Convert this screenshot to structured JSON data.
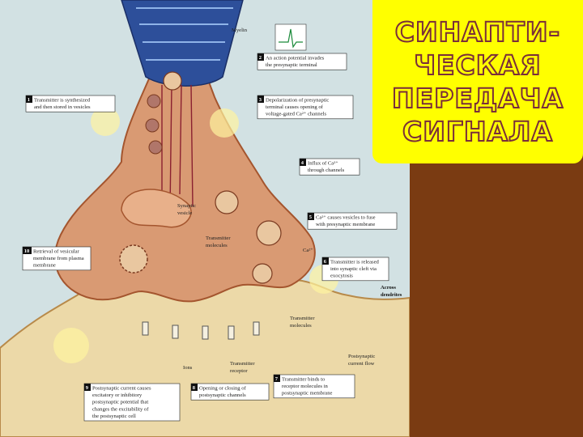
{
  "title": {
    "lines": [
      "СИНАПТИ-",
      "ЧЕСКАЯ",
      "ПЕРЕДАЧА",
      "СИГНАЛА"
    ],
    "text_color": "#ffff00",
    "outline_color": "#7a2e3a",
    "box_color": "#ffff00"
  },
  "sidebar": {
    "color": "#7a3b12"
  },
  "figure": {
    "background": "#d2e1e3",
    "terminal_color": "#d99a73",
    "postsynaptic_color": "#ecd9a8",
    "myelin_color": "#2d4f9a",
    "labels": {
      "myelin": "Myelin",
      "synaptic_vesicle": [
        "Synaptic",
        "vesicle"
      ],
      "transmitter_molecules": [
        "Transmitter",
        "molecules"
      ],
      "ca_ion": "Ca²⁺",
      "across_dendrites": [
        "Across",
        "dendrites"
      ],
      "transmitter_molecules_2": [
        "Transmitter",
        "molecules"
      ],
      "ions": "Ions",
      "transmitter_receptor": [
        "Transmitter",
        "receptor"
      ],
      "postsynaptic_current": [
        "Postsynaptic",
        "current flow"
      ]
    },
    "steps": [
      {
        "num": "1",
        "lines": [
          "Transmitter is synthesized",
          "and then stored in vesicles"
        ]
      },
      {
        "num": "2",
        "lines": [
          "An action potential invades",
          "the presynaptic terminal"
        ]
      },
      {
        "num": "3",
        "lines": [
          "Depolarization of presynaptic",
          "terminal causes opening of",
          "voltage-gated Ca²⁺ channels"
        ]
      },
      {
        "num": "4",
        "lines": [
          "Influx of Ca²⁺",
          "through channels"
        ]
      },
      {
        "num": "5",
        "lines": [
          "Ca²⁺ causes vesicles to fuse",
          "with presynaptic membrane"
        ]
      },
      {
        "num": "6",
        "lines": [
          "Transmitter is released",
          "into synaptic cleft via",
          "exocytosis"
        ]
      },
      {
        "num": "7",
        "lines": [
          "Transmitter binds to",
          "receptor molecules in",
          "postsynaptic membrane"
        ]
      },
      {
        "num": "8",
        "lines": [
          "Opening or closing of",
          "postsynaptic channels"
        ]
      },
      {
        "num": "9",
        "lines": [
          "Postsynaptic current causes",
          "excitatory or inhibitory",
          "postsynaptic potential that",
          "changes the excitability of",
          "the postsynaptic cell"
        ]
      },
      {
        "num": "10",
        "lines": [
          "Retrieval of vesicular",
          "membrane from plasma",
          "membrane"
        ]
      }
    ]
  }
}
